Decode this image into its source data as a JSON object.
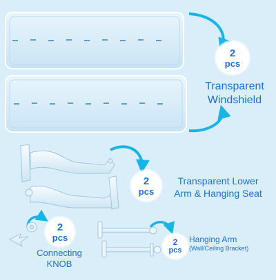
{
  "colors": {
    "background": "#d9eef9",
    "accent": "#1d6fd1",
    "arrow": "#19b4e6",
    "badge": "#ffffff"
  },
  "items": [
    {
      "qty": "2",
      "unit": "pcs",
      "name_line1": "Transparent",
      "name_line2": "Windshield"
    },
    {
      "qty": "2",
      "unit": "pcs",
      "name_line1": "Transparent Lower",
      "name_line2": "Arm & Hanging Seat"
    },
    {
      "qty": "2",
      "unit": "pcs",
      "name_line1": "Connecting",
      "name_line2": "KNOB"
    },
    {
      "qty": "2",
      "unit": "pcs",
      "name_line1": "Hanging Arm",
      "name_line2": "(Wall/Ceiling Bracket)"
    }
  ]
}
